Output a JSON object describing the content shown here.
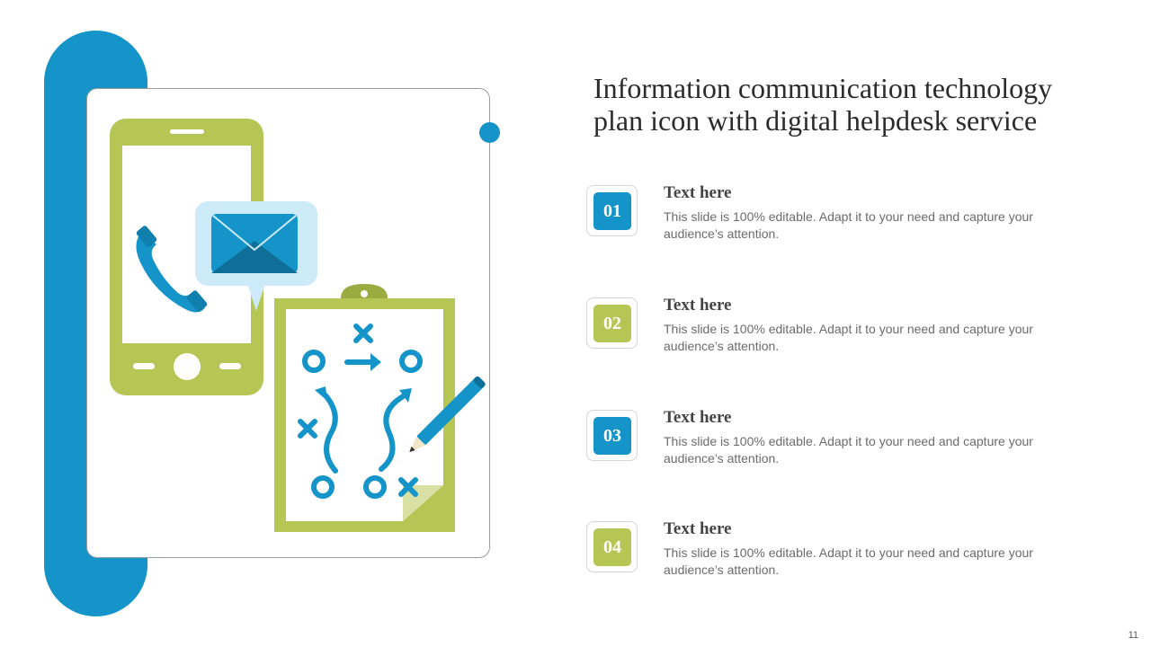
{
  "title": "Information communication technology plan icon with digital helpdesk service",
  "items": [
    {
      "number": "01",
      "heading": "Text here",
      "description": "This slide is 100% editable. Adapt it to your need and capture your audience’s attention."
    },
    {
      "number": "02",
      "heading": "Text here",
      "description": "This slide is 100% editable. Adapt it to your need and capture your audience’s attention."
    },
    {
      "number": "03",
      "heading": "Text here",
      "description": "This slide is 100% editable. Adapt it to your need and capture your audience’s attention."
    },
    {
      "number": "04",
      "heading": "Text here",
      "description": "This slide is 100% editable. Adapt it to your need and capture your audience’s attention."
    }
  ],
  "page_number": "11",
  "icons": [
    "smartphone-icon",
    "phone-handset-icon",
    "envelope-icon",
    "clipboard-strategy-icon",
    "pencil-icon"
  ],
  "colors": {
    "blue": "#1494c8",
    "green": "#b5c655",
    "light_blue": "#cdeaf8"
  }
}
